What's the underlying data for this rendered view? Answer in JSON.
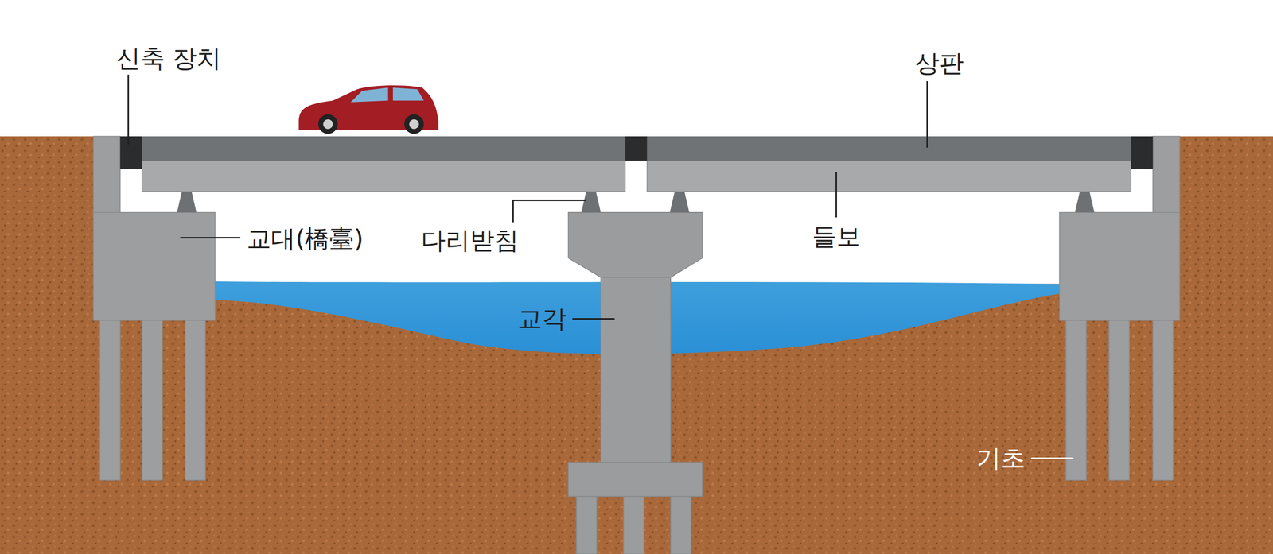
{
  "diagram": {
    "labels": [
      "신축 장치",
      "상판",
      "교대(橋臺)",
      "다리받침",
      "들보",
      "교각",
      "기초"
    ]
  }
}
